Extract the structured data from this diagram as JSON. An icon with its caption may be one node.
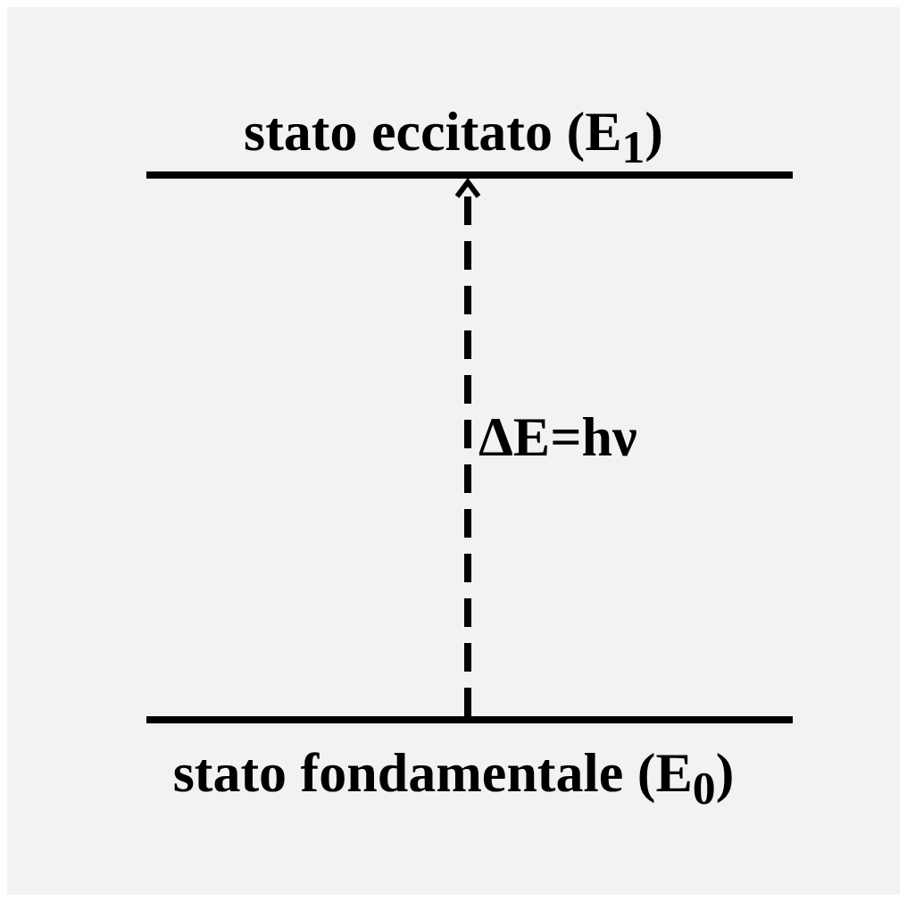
{
  "diagram": {
    "nodes": [
      {
        "text": [
          "stato eccitato (E$_{1}$)"
        ]
      },
      {
        "text": [
          "stato fondamentale (E$_{0}$)"
        ]
      }
    ],
    "edges": [
      {
        "from": 1,
        "to": 0,
        "arrow": "to",
        "style": "dashed",
        "label": "ΔE=hν"
      }
    ]
  }
}
